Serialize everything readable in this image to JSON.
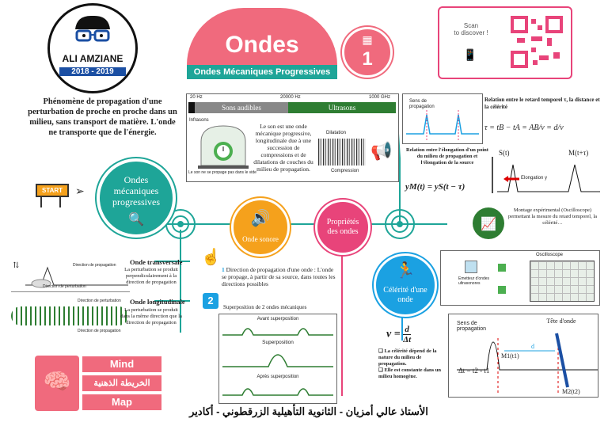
{
  "logo": {
    "name": "ALI AMZIANE",
    "years": "2018 - 2019"
  },
  "header": {
    "title": "Ondes",
    "subtitle": "Ondes Mécaniques Progressives",
    "number": "1"
  },
  "qr": {
    "scan_text": "Scan\nto discover !"
  },
  "definition": {
    "text": "Phénomène de propagation d'une perturbation de proche en proche dans un milieu, sans transport de matière. L'onde ne transporte que de l'énergie."
  },
  "central": {
    "label": "Ondes mécaniques progressives"
  },
  "start_label": "START",
  "spectrum": {
    "tick_20hz": "20 Hz",
    "tick_20000hz": "20000 Hz",
    "tick_1000ghz": "1000 GHz",
    "audible": "Sons audibles",
    "ultra": "Ultrasons",
    "infra": "Infrasons"
  },
  "bell_caption": "Le son ne se propage pas dans le vide",
  "sound_text": "Le son est une onde mécanique progressive, longitudinale due à une succession de compressions et de dilatations de couches du milieu de propagation.",
  "dilatation": "Dilatation",
  "compression": "Compression",
  "onde_sonore": "Onde sonore",
  "proprietes": "Propriétés des ondes",
  "celerite_label": "Célérité d'une onde",
  "celerite_formula": {
    "lhs": "v =",
    "num": "d",
    "den": "Δt"
  },
  "celerite_notes": [
    "La célérité dépend de la nature du milieu de propagation.",
    "Elle est constante dans un milieu homogène."
  ],
  "transverse": {
    "title": "Onde transversale",
    "text": "La perturbation se produit perpendiculairement à la direction de propagation",
    "dir_prop": "Direction de propagation",
    "dir_pert": "Direction de perturbation"
  },
  "longitudinale": {
    "title": "Onde longitudinale",
    "text": "La perturbation se produit dans la même direction que la direction de propagation",
    "dir_pert": "Direction de perturbation",
    "dir_prop": "Direction de propagation"
  },
  "prop1": {
    "num": "1",
    "text": "Direction de propagation d'une onde : L'onde se propage, à partir de sa source, dans toutes les directions possibles"
  },
  "prop2": {
    "num": "2",
    "text": "Superposition de 2 ondes mécaniques"
  },
  "superposition": {
    "avant": "Avant superposition",
    "pendant": "Superposition",
    "apres": "Après superposition"
  },
  "retard": {
    "title": "Relation entre le retard temporel τ, la distance et la célérité",
    "formula": "τ = tB − tA = AB/v = d/v",
    "sens": "Sens de propagation"
  },
  "elongation": {
    "title": "Relation entre l'élongation d'un point du milieu de propagation et l'élongation de la source",
    "formula": "yM(t) = yS(t − τ)",
    "S": "S(t)",
    "M": "M(t+τ)",
    "label": "Elongation y"
  },
  "montage": {
    "text": "Montage expérimental (Oscilloscope) permettant la mesure du retard temporel, la célérité…",
    "oscilloscope": "Oscilloscope",
    "emetteur": "Emetteur d'ondes ultrasonores"
  },
  "tete": {
    "sens": "Sens de propagation",
    "tete": "Tête d'onde",
    "m1": "M1(t1)",
    "m2": "M2(t2)",
    "dt": "Δt = t2 - t1",
    "d": "d"
  },
  "mindmap": {
    "mind": "Mind",
    "arabic": "الخريطة الذهنية",
    "map": "Map"
  },
  "footer": "الأستاذ عالي أمزيان - الثانوية التأهيلية الزرقطوني - أكادير",
  "colors": {
    "teal": "#1ea598",
    "orange": "#f5a11c",
    "pink": "#e8447a",
    "blue": "#1ba1e2",
    "green": "#2e7d32",
    "header_pink": "#f06a7d"
  }
}
